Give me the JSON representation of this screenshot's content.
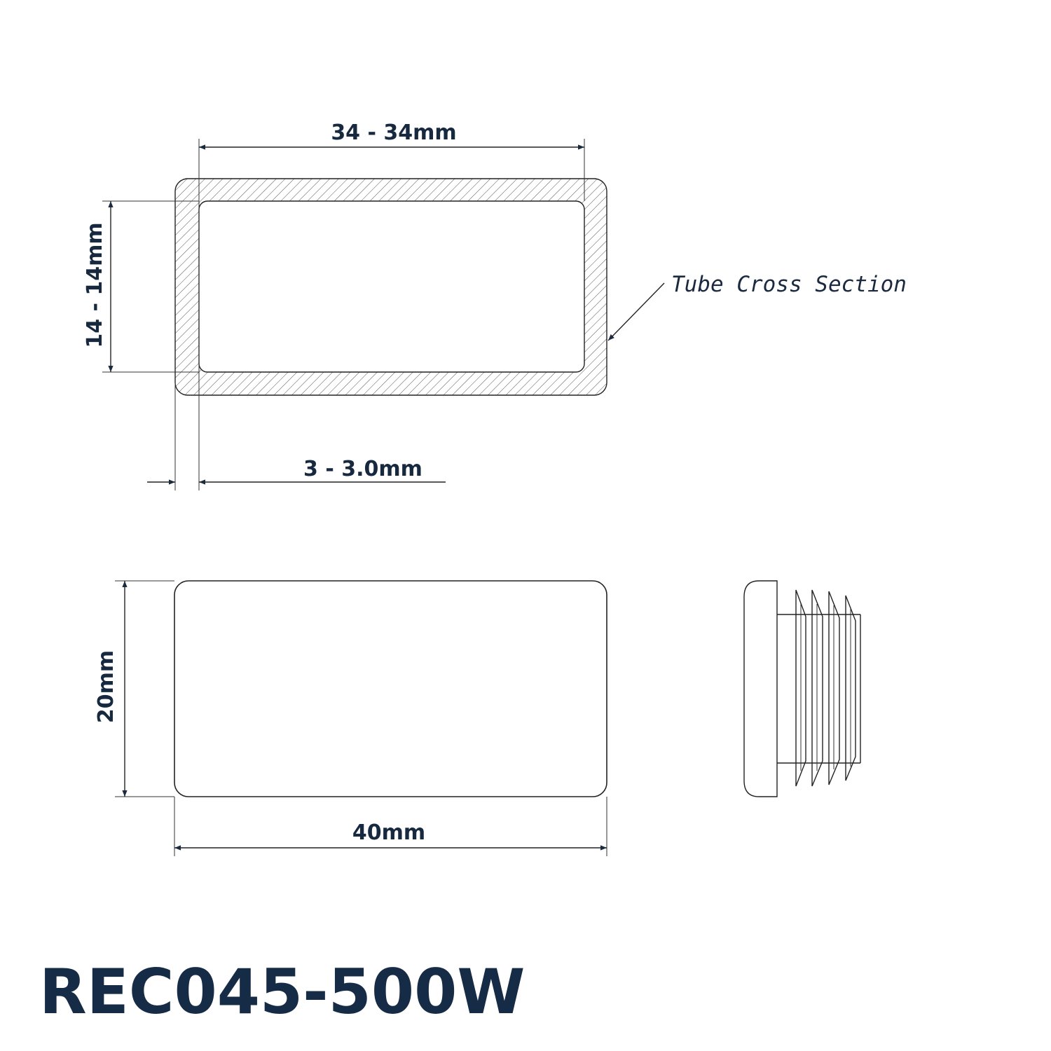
{
  "cross_section": {
    "width_label": "34 - 34mm",
    "height_label": "14 - 14mm",
    "wall_label": "3 - 3.0mm",
    "note": "Tube Cross Section"
  },
  "front_view": {
    "height_label": "20mm",
    "width_label": "40mm"
  },
  "product_code": "REC045-500W",
  "colors": {
    "label": "#17293f",
    "title": "#162b45",
    "line": "#222222"
  }
}
